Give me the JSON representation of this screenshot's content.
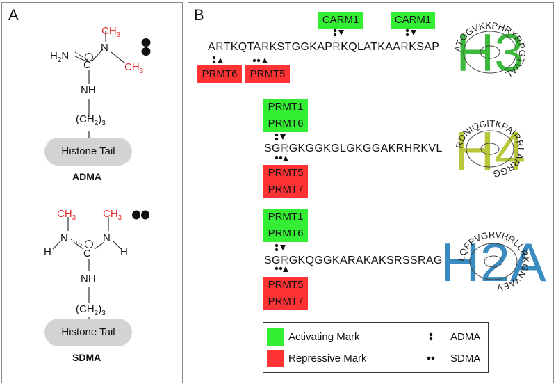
{
  "panel_a": {
    "letter": "A",
    "adma": {
      "label": "ADMA",
      "tail": "Histone Tail",
      "ch3_a": "CH",
      "ch3_a_sub": "3",
      "ch3_b": "CH",
      "ch3_b_sub": "3",
      "h2n": "H",
      "h2n_sub": "2",
      "h2n_end": "N",
      "n_right": "N",
      "c": "C",
      "plus": "⊕",
      "nh": "NH",
      "ch2_open": "(CH",
      "ch2_sub1": "2",
      "ch2_close": ")",
      "ch2_sub2": "3"
    },
    "sdma": {
      "label": "SDMA",
      "tail": "Histone Tail",
      "ch3_a": "CH",
      "ch3_a_sub": "3",
      "ch3_b": "CH",
      "ch3_b_sub": "3",
      "h_left": "H",
      "n_left": "N",
      "h_right": "H",
      "n_right": "N",
      "c": "C",
      "plus": "⊕",
      "nh": "NH",
      "ch2_open": "(CH",
      "ch2_sub1": "2",
      "ch2_close": ")",
      "ch2_sub2": "3"
    }
  },
  "panel_b": {
    "letter": "B",
    "h3": {
      "seq": [
        {
          "t": "A"
        },
        {
          "t": "R",
          "r": true
        },
        {
          "t": "TKQTA"
        },
        {
          "t": "R",
          "r": true
        },
        {
          "t": "KSTGGKAP"
        },
        {
          "t": "R",
          "r": true
        },
        {
          "t": "KQLATKAA"
        },
        {
          "t": "R",
          "r": true
        },
        {
          "t": "KSAP"
        }
      ],
      "top_boxes": [
        "CARM1",
        "CARM1"
      ],
      "bottom_boxes": [
        "PRMT6",
        "PRMT5"
      ],
      "logo_letters": "H3",
      "logo_ring": "ATGGVKKPHRYRPGTVAL"
    },
    "h4": {
      "seq": [
        {
          "t": "SG"
        },
        {
          "t": "R",
          "r": true
        },
        {
          "t": "GKGGKGLGKGGAKRHRKVL"
        }
      ],
      "top_boxes": [
        "PRMT1",
        "PRMT6"
      ],
      "bottom_boxes": [
        "PRMT5",
        "PRMT7"
      ],
      "logo_letters": "H4",
      "logo_ring": "RDNIQGITKPAIRRLARRGG"
    },
    "h2a": {
      "seq": [
        {
          "t": "SG"
        },
        {
          "t": "R",
          "r": true
        },
        {
          "t": "GKQGGKARAKAKSRSSRAG"
        }
      ],
      "top_boxes": [
        "PRMT1",
        "PRMT6"
      ],
      "bottom_boxes": [
        "PRMT5",
        "PRMT7"
      ],
      "logo_letters": "H2A",
      "logo_ring": "LQFPVGRVHRLLRKGNYAEV"
    },
    "legend": {
      "activating": "Activating Mark",
      "repressive": "Repressive Mark",
      "adma": "ADMA",
      "sdma": "SDMA"
    }
  },
  "colors": {
    "green": "#33ee33",
    "red": "#ff3333",
    "methyl": "#e03030",
    "h3_logo": "#3cb83c",
    "h4_logo": "#b8c83a",
    "h2a_logo": "#3a8cc0",
    "arg_grey": "#888888"
  }
}
